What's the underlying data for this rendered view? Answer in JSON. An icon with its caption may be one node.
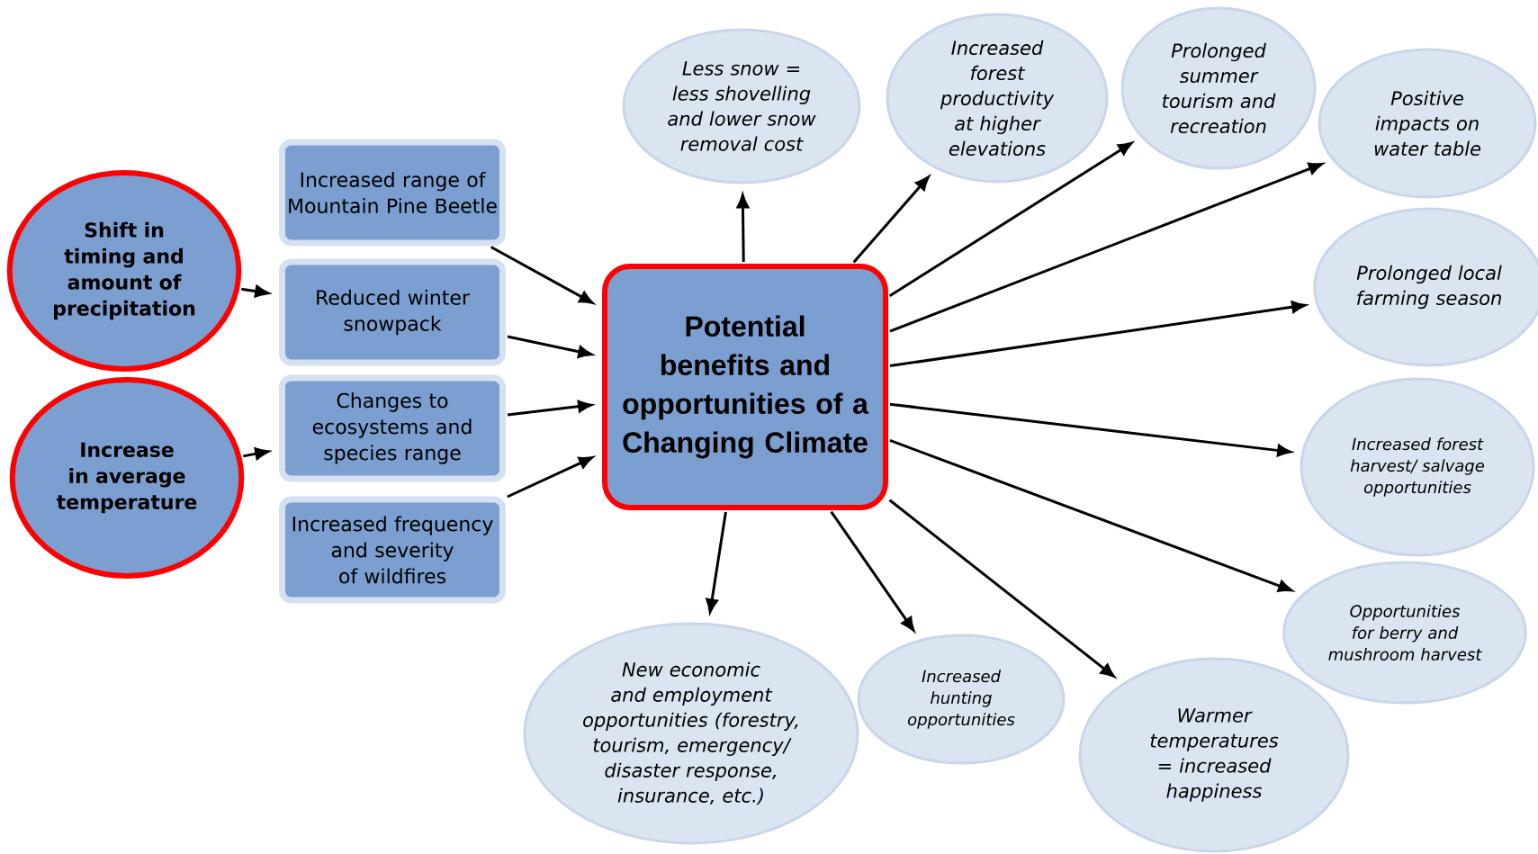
{
  "diagram": {
    "nodes": [
      {
        "text": [
          "Shift in timing and amount of precipitation"
        ]
      },
      {
        "text": [
          "Increase in average temperature"
        ]
      },
      {
        "text": [
          "Increased range of Mountain Pine Beetle"
        ]
      },
      {
        "text": [
          "Reduced winter snowpack"
        ]
      },
      {
        "text": [
          "Changes to ecosystems and species range"
        ]
      },
      {
        "text": [
          "Increased frequency and severity of wildfires"
        ]
      },
      {
        "text": [
          "Potential benefits and opportunities of a Changing Climate"
        ]
      },
      {
        "text": [
          "Less snow = less shovelling and lower snow removal cost"
        ]
      },
      {
        "text": [
          "Increased forest productivity at higher elevations"
        ]
      },
      {
        "text": [
          "Prolonged summer tourism and recreation"
        ]
      },
      {
        "text": [
          "Positive impacts on water table"
        ]
      },
      {
        "text": [
          "Prolonged local farming season"
        ]
      },
      {
        "text": [
          "Increased forest harvest/ salvage opportunities"
        ]
      },
      {
        "text": [
          "Opportunities for berry and mushroom harvest"
        ]
      },
      {
        "text": [
          "Warmer temperatures = increased happiness"
        ]
      },
      {
        "text": [
          "Increased hunting opportunities"
        ]
      },
      {
        "text": [
          "New economic  and employment opportunities (forestry, tourism, emergency/ disaster response, insurance, etc.)"
        ]
      }
    ],
    "edges": [
      {
        "from": 0,
        "to": 3,
        "arrow": "to"
      },
      {
        "from": 1,
        "to": 4,
        "arrow": "to"
      },
      {
        "from": 2,
        "to": 6,
        "arrow": "to"
      },
      {
        "from": 3,
        "to": 6,
        "arrow": "to"
      },
      {
        "from": 4,
        "to": 6,
        "arrow": "to"
      },
      {
        "from": 5,
        "to": 6,
        "arrow": "to"
      },
      {
        "from": 6,
        "to": 7,
        "arrow": "to"
      },
      {
        "from": 6,
        "to": 8,
        "arrow": "to"
      },
      {
        "from": 6,
        "to": 9,
        "arrow": "to"
      },
      {
        "from": 6,
        "to": 10,
        "arrow": "to"
      },
      {
        "from": 6,
        "to": 11,
        "arrow": "to"
      },
      {
        "from": 6,
        "to": 12,
        "arrow": "to"
      },
      {
        "from": 6,
        "to": 13,
        "arrow": "to"
      },
      {
        "from": 6,
        "to": 14,
        "arrow": "to"
      },
      {
        "from": 6,
        "to": 15,
        "arrow": "to"
      },
      {
        "from": 6,
        "to": 16,
        "arrow": "to"
      }
    ]
  }
}
